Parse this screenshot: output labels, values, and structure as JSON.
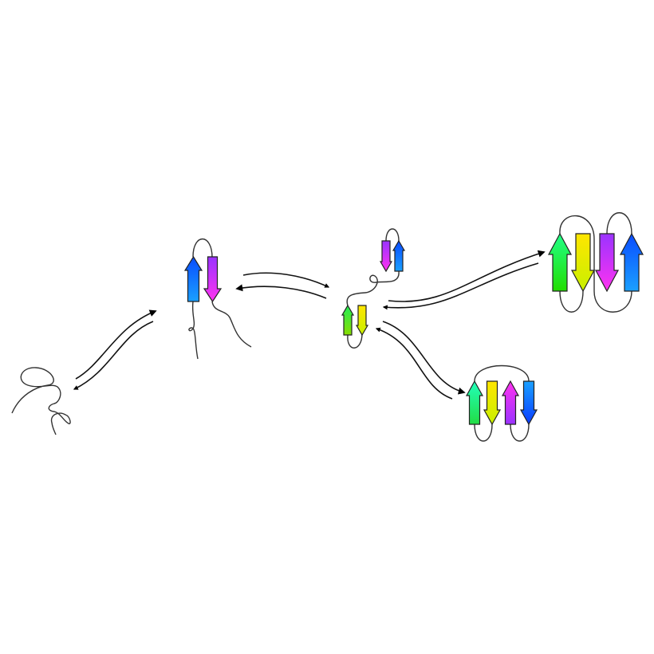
{
  "diagram": {
    "states": [
      {
        "id": "unfolded-coil",
        "strands": []
      },
      {
        "id": "hairpin",
        "strands": [
          {
            "direction": "up",
            "colors": [
              "#0a4cff",
              "#1aa0ff"
            ]
          },
          {
            "direction": "down",
            "colors": [
              "#9a33ff",
              "#ff33f0"
            ]
          }
        ]
      },
      {
        "id": "intermediate-two-hairpins",
        "strands": [
          {
            "direction": "down",
            "colors": [
              "#9a33ff",
              "#ff33f0"
            ],
            "size": "small"
          },
          {
            "direction": "up",
            "colors": [
              "#0a4cff",
              "#1aa0ff"
            ],
            "size": "small"
          },
          {
            "direction": "up",
            "colors": [
              "#22ee55",
              "#88dd00"
            ],
            "size": "small"
          },
          {
            "direction": "down",
            "colors": [
              "#ffe600",
              "#c8f000"
            ],
            "size": "small"
          }
        ]
      },
      {
        "id": "sheet-large",
        "strands": [
          {
            "direction": "up",
            "colors": [
              "#22ff88",
              "#22dd00"
            ]
          },
          {
            "direction": "down",
            "colors": [
              "#ffe600",
              "#c8f000"
            ]
          },
          {
            "direction": "down",
            "colors": [
              "#9a33ff",
              "#ff33f0"
            ]
          },
          {
            "direction": "up",
            "colors": [
              "#0a4cff",
              "#1aa0ff"
            ]
          }
        ]
      },
      {
        "id": "sheet-small",
        "strands": [
          {
            "direction": "up",
            "colors": [
              "#22ffbb",
              "#22dd44"
            ]
          },
          {
            "direction": "down",
            "colors": [
              "#ffe600",
              "#c8f000"
            ]
          },
          {
            "direction": "up",
            "colors": [
              "#ff33f0",
              "#9a33ff"
            ]
          },
          {
            "direction": "down",
            "colors": [
              "#1aa0ff",
              "#0a3cff"
            ]
          }
        ]
      }
    ],
    "transitions": [
      {
        "from": "unfolded-coil",
        "to": "hairpin",
        "reversible": true
      },
      {
        "from": "hairpin",
        "to": "intermediate-two-hairpins",
        "reversible": true
      },
      {
        "from": "intermediate-two-hairpins",
        "to": "sheet-large",
        "reversible": true
      },
      {
        "from": "intermediate-two-hairpins",
        "to": "sheet-small",
        "reversible": true
      }
    ],
    "colors": {
      "line": "#222222",
      "background": "#ffffff"
    }
  }
}
